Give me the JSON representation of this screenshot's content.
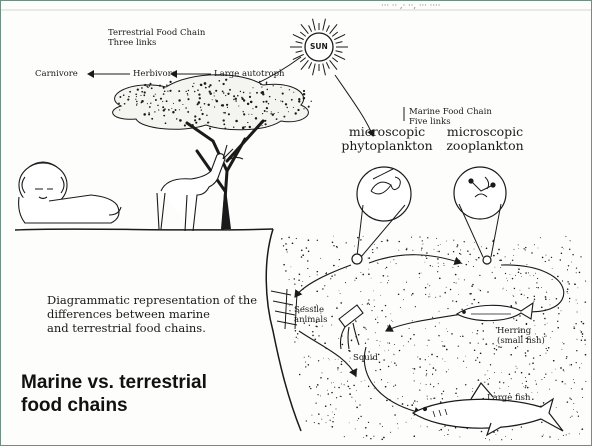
{
  "header_fragment": "··· ·· ,· ··, ··· ····",
  "sun_label": "SUN",
  "terrestrial": {
    "title_line1": "Terrestrial Food Chain",
    "title_line2": "Three links",
    "carnivore": "Carnivore",
    "herbivore": "Herbivore",
    "autotroph": "Large autotroph"
  },
  "marine": {
    "title_line1": "Marine Food Chain",
    "title_line2": "Five links",
    "phyto_line1": "microscopic",
    "phyto_line2": "phytoplankton",
    "zoo_line1": "microscopic",
    "zoo_line2": "zooplankton",
    "sessile_line1": "Sessile",
    "sessile_line2": "animals",
    "herring_line1": "Herring",
    "herring_line2": "(small fish)",
    "squid": "Squid",
    "large_fish": "Large fish"
  },
  "caption": {
    "line1": "Diagrammatic representation of the",
    "line2": "differences between marine",
    "line3": "and terrestrial food chains."
  },
  "main_title": {
    "line1": "Marine vs. terrestrial",
    "line2": "food chains"
  },
  "colors": {
    "frame": "#6f8f86",
    "ink": "#1a1a1a",
    "paper": "#fdfdfb"
  }
}
